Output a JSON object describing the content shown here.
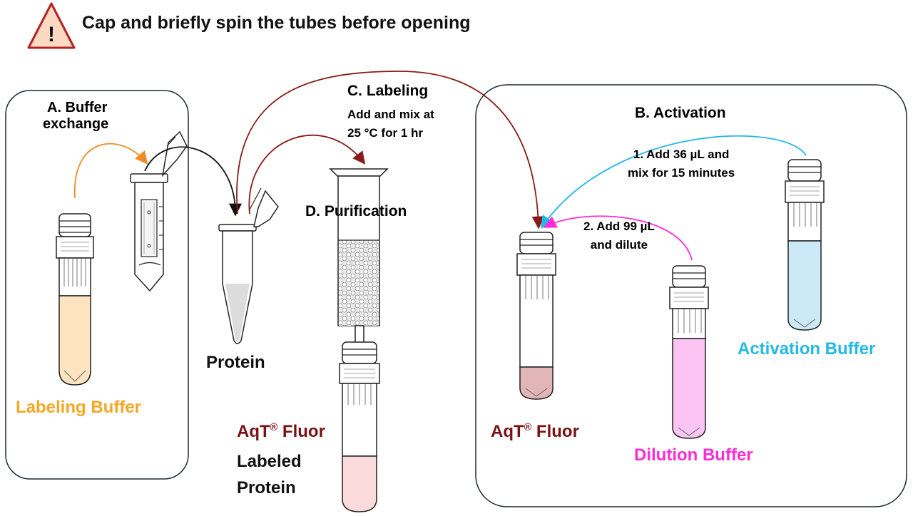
{
  "warning": {
    "text": "Cap and briefly spin the tubes before opening",
    "icon": "warning-triangle-icon"
  },
  "steps": {
    "buffer_exchange_line1": "A. Buffer",
    "buffer_exchange_line2": "exchange",
    "labeling_title": "C. Labeling",
    "labeling_line1": "Add and mix at",
    "labeling_line2": "25 °C for 1 hr",
    "purification_title": "D. Purification",
    "activation_title": "B. Activation",
    "activation_step1_line1": "1. Add 36 µL and",
    "activation_step1_line2": "mix for 15 minutes",
    "activation_step2_line1": "2. Add 99 µL",
    "activation_step2_line2": "and dilute"
  },
  "labels": {
    "labeling_buffer": "Labeling Buffer",
    "protein": "Protein",
    "aqt_fluor_brand": "AqT",
    "aqt_fluor_reg": "®",
    "aqt_fluor_suffix": " Fluor",
    "labeled_line1": "Labeled",
    "labeled_line2": "Protein",
    "dilution_buffer": "Dilution Buffer",
    "activation_buffer": "Activation Buffer"
  },
  "colors": {
    "labeling_buffer": "#f5a623",
    "labeling_buffer_liquid": "#fde3bf",
    "aqt_fluor": "#7b1113",
    "aqt_liquid": "#e2b6b6",
    "labeled_liquid": "#fadada",
    "dilution_buffer": "#ff2bd6",
    "dilution_liquid": "#fbc4f3",
    "activation_buffer": "#22b8e8",
    "activation_liquid": "#cbe9f6",
    "warning_fill": "#fcd9c2",
    "warning_border": "#b22222"
  }
}
